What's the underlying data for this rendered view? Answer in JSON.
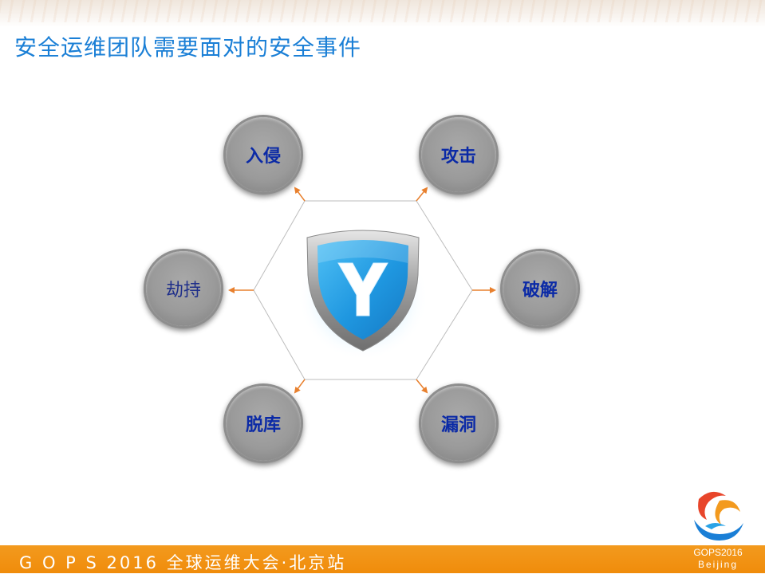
{
  "slide": {
    "title": "安全运维团队需要面对的安全事件"
  },
  "diagram": {
    "center_icon": "shield-y-icon",
    "nodes": [
      {
        "id": "intrusion",
        "label": "入侵"
      },
      {
        "id": "attack",
        "label": "攻击"
      },
      {
        "id": "hijack",
        "label": "劫持"
      },
      {
        "id": "crack",
        "label": "破解"
      },
      {
        "id": "db-leak",
        "label": "脱库"
      },
      {
        "id": "vulnerability",
        "label": "漏洞"
      }
    ],
    "colors": {
      "node_text": "#0b2aa6",
      "arrow": "#e8802e",
      "hexagon": "#bdbdbd",
      "shield": "#2aa3e6"
    }
  },
  "footer": {
    "event_text": "G O P S 2016 全球运维大会·北京站",
    "logo_line1": "GOPS2016",
    "logo_line2": "Beijing",
    "color": "#f39a1e"
  }
}
